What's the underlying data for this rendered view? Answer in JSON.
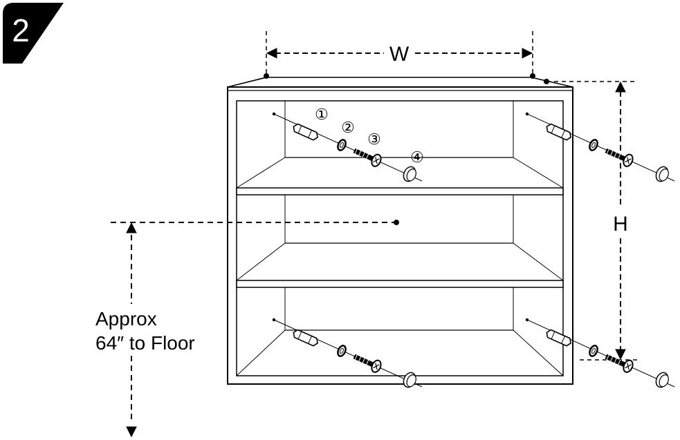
{
  "step": {
    "number": "2"
  },
  "dimensions": {
    "width_label": "W",
    "height_label": "H"
  },
  "height_note": {
    "line1": "Approx",
    "line2": "64″ to Floor"
  },
  "parts": {
    "p1": "①",
    "p2": "②",
    "p3": "③",
    "p4": "④"
  },
  "icons": {
    "step_badge": "step-badge-icon",
    "anchor": "wall-anchor-icon",
    "washer": "washer-icon",
    "screw": "screw-icon",
    "cap": "screw-cap-icon"
  }
}
